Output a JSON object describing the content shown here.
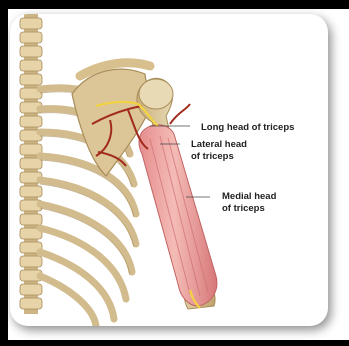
{
  "labels": {
    "long_head": "Long head of triceps",
    "lateral_head_1": "Lateral head",
    "lateral_head_2": "of triceps",
    "medial_head_1": "Medial head",
    "medial_head_2": "of triceps"
  },
  "colors": {
    "bone": "#d8c49a",
    "muscle": "#e59a98",
    "vessel": "#b02a1a",
    "nerve": "#f2d240"
  }
}
